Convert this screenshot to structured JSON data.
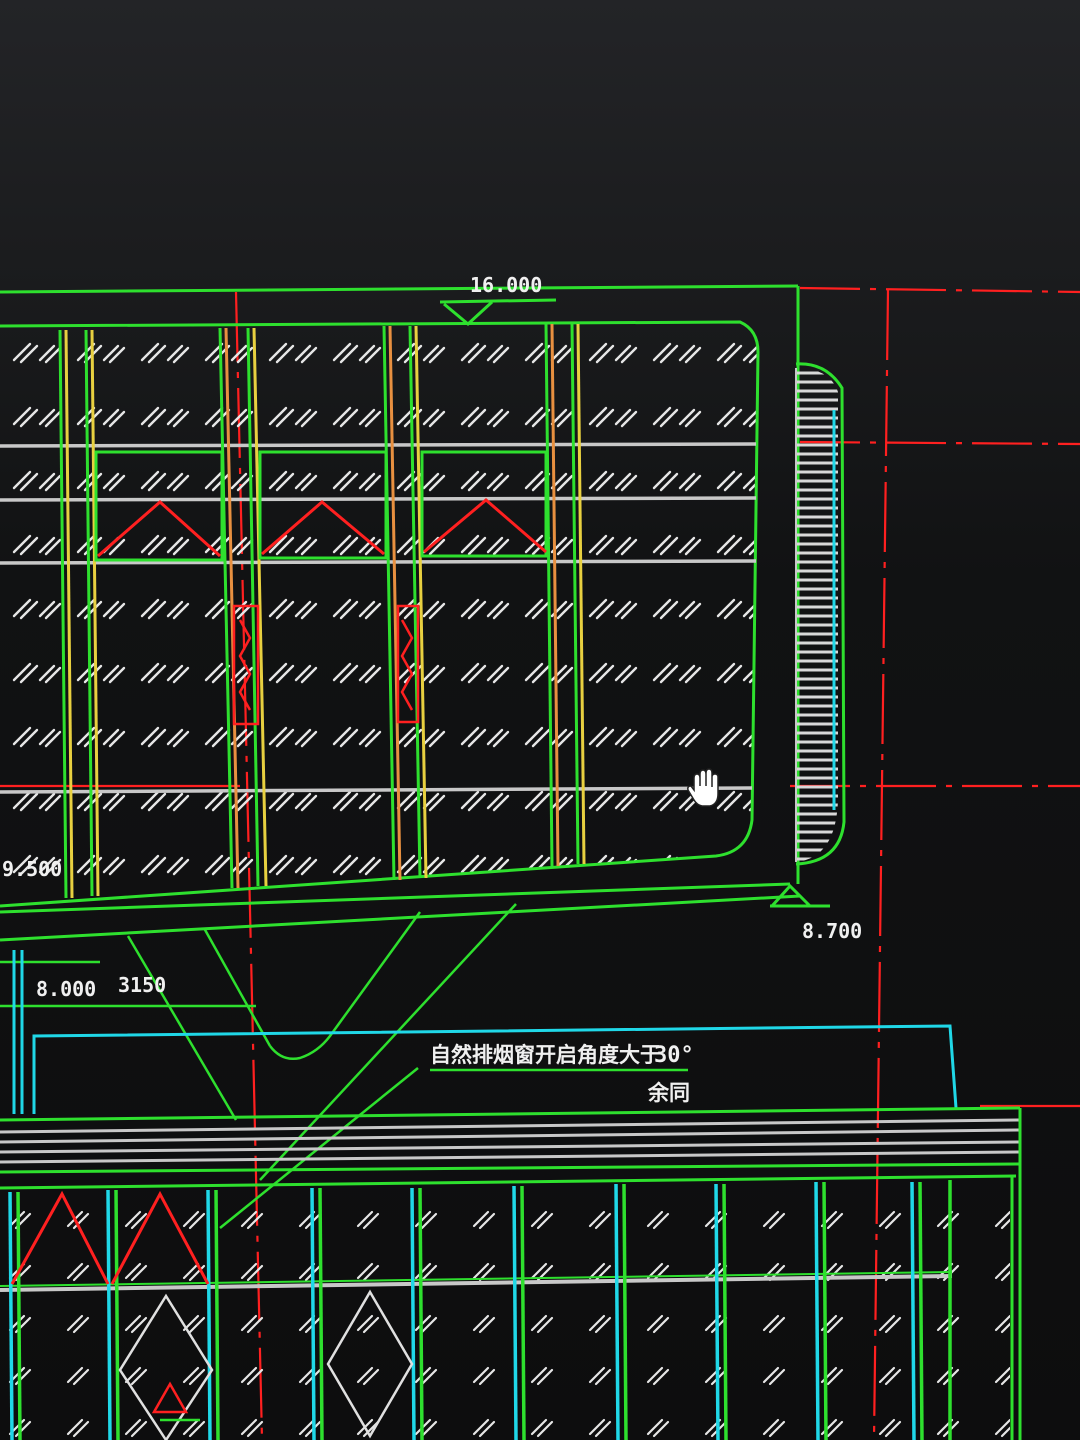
{
  "drawing": {
    "elevation_top": "16.000",
    "elevation_left": "9.500",
    "elevation_right": "8.700",
    "elevation_lower": "8.000",
    "dimension_lower": "3150",
    "note_opening_angle": "自然排烟窗开启角度大于",
    "note_angle_value": "30°",
    "note_same": "余同"
  },
  "colors": {
    "frame_green": "#2ee02e",
    "axis_red": "#ff2020",
    "mullion_cyan": "#20d8e8",
    "mullion_yellow": "#e8d040",
    "transom_white": "#c8c8c8",
    "glass_hatch": "#e0e0e0",
    "text_white": "#f0f0f0"
  },
  "cursor": {
    "icon": "hand-pan-cursor-icon"
  }
}
